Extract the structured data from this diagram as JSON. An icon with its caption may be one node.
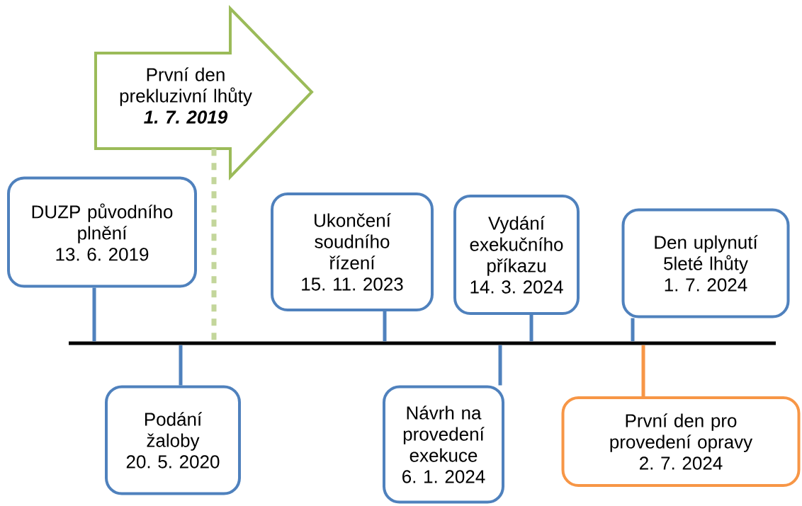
{
  "diagram": {
    "nodes": [
      {
        "text": [
          "První den prekluzivní lhůty",
          "1. 7. 2019"
        ]
      },
      {
        "text": [
          "DUZP původního plnění",
          "13. 6. 2019"
        ]
      },
      {
        "text": [
          "Podání žaloby",
          "20. 5. 2020"
        ]
      },
      {
        "text": [
          "Ukončení soudního řízení",
          "15. 11. 2023"
        ]
      },
      {
        "text": [
          "Návrh na provedení exekuce",
          "6. 1. 2024"
        ]
      },
      {
        "text": [
          "Vydání exekučního příkazu",
          "14. 3. 2024"
        ]
      },
      {
        "text": [
          "Den uplynutí 5leté lhůty",
          "1. 7. 2024"
        ]
      },
      {
        "text": [
          "První den pro provedení opravy",
          "2. 7. 2024"
        ]
      },
      {
        "text": [],
        "shape": "bar"
      }
    ],
    "edges": [
      {
        "from": 0,
        "to": 8,
        "arrow": "none",
        "style": "dashed",
        "color": "#c3d69b"
      },
      {
        "from": 1,
        "to": 8,
        "arrow": "none"
      },
      {
        "from": 2,
        "to": 8,
        "arrow": "none"
      },
      {
        "from": 3,
        "to": 8,
        "arrow": "none"
      },
      {
        "from": 4,
        "to": 8,
        "arrow": "none"
      },
      {
        "from": 5,
        "to": 8,
        "arrow": "none"
      },
      {
        "from": 6,
        "to": 8,
        "arrow": "none"
      },
      {
        "from": 7,
        "to": 8,
        "arrow": "none",
        "color": "#f79646"
      }
    ]
  }
}
